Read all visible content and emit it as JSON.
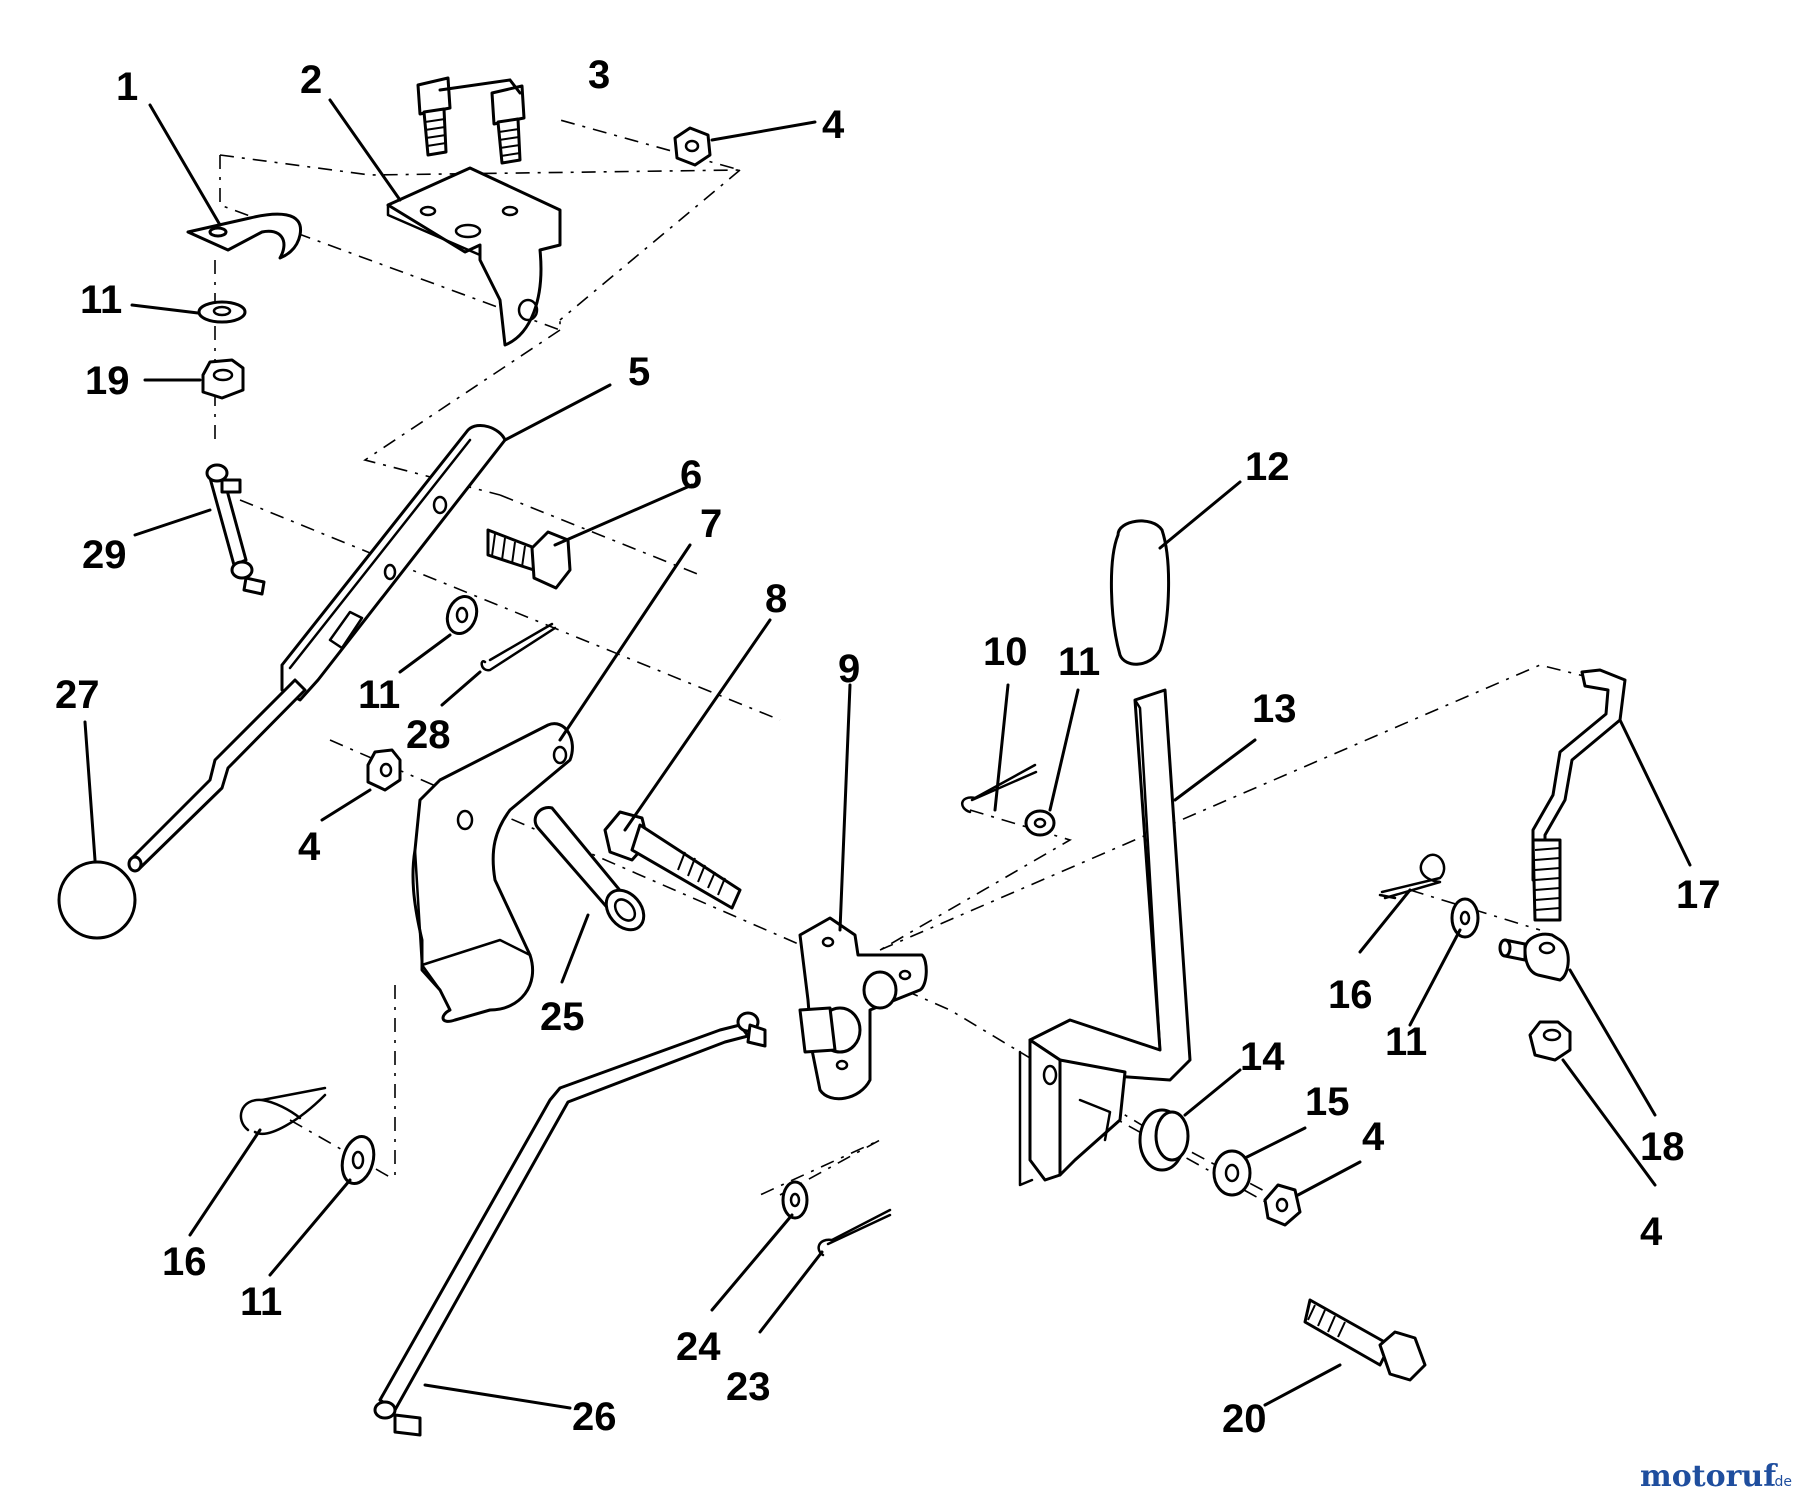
{
  "callouts": [
    {
      "id": "c1",
      "text": "1"
    },
    {
      "id": "c2",
      "text": "2"
    },
    {
      "id": "c3",
      "text": "3"
    },
    {
      "id": "c4a",
      "text": "4"
    },
    {
      "id": "c11a",
      "text": "11"
    },
    {
      "id": "c19",
      "text": "19"
    },
    {
      "id": "c5",
      "text": "5"
    },
    {
      "id": "c6",
      "text": "6"
    },
    {
      "id": "c7",
      "text": "7"
    },
    {
      "id": "c29",
      "text": "29"
    },
    {
      "id": "c27",
      "text": "27"
    },
    {
      "id": "c11b",
      "text": "11"
    },
    {
      "id": "c28",
      "text": "28"
    },
    {
      "id": "c4b",
      "text": "4"
    },
    {
      "id": "c8",
      "text": "8"
    },
    {
      "id": "c9",
      "text": "9"
    },
    {
      "id": "c10",
      "text": "10"
    },
    {
      "id": "c11c",
      "text": "11"
    },
    {
      "id": "c12",
      "text": "12"
    },
    {
      "id": "c13",
      "text": "13"
    },
    {
      "id": "c17",
      "text": "17"
    },
    {
      "id": "c25",
      "text": "25"
    },
    {
      "id": "c16a",
      "text": "16"
    },
    {
      "id": "c11d",
      "text": "11"
    },
    {
      "id": "c18",
      "text": "18"
    },
    {
      "id": "c4c",
      "text": "4"
    },
    {
      "id": "c14",
      "text": "14"
    },
    {
      "id": "c15",
      "text": "15"
    },
    {
      "id": "c4d",
      "text": "4"
    },
    {
      "id": "c16b",
      "text": "16"
    },
    {
      "id": "c11e",
      "text": "11"
    },
    {
      "id": "c24",
      "text": "24"
    },
    {
      "id": "c23",
      "text": "23"
    },
    {
      "id": "c26",
      "text": "26"
    },
    {
      "id": "c20",
      "text": "20"
    }
  ],
  "watermark": {
    "text": "motoruf",
    "suffix": ".de",
    "color_primary": "#1f4e9e",
    "color_accent": "#e0791a"
  }
}
